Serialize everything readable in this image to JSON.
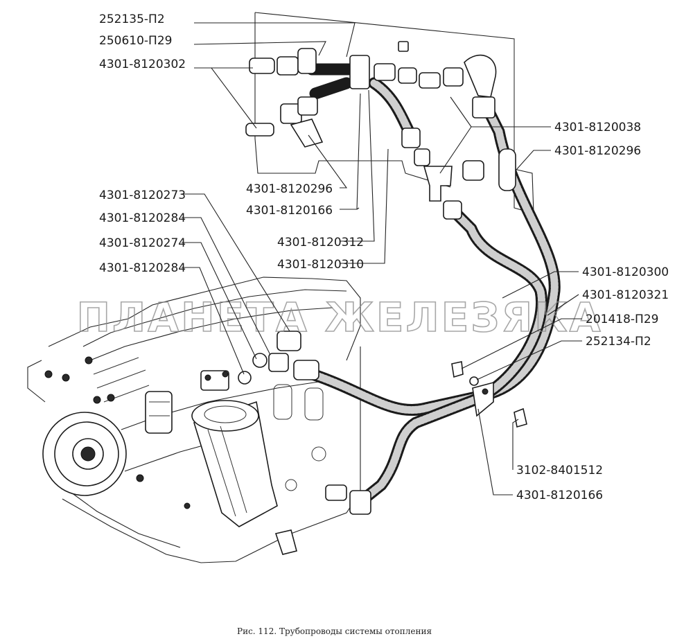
{
  "labels": {
    "l252135": "252135-П2",
    "l250610": "250610-П29",
    "l302": "4301-8120302",
    "l296a": "4301-8120296",
    "l166a": "4301-8120166",
    "l312": "4301-8120312",
    "l310": "4301-8120310",
    "l273": "4301-8120273",
    "l284a": "4301-8120284",
    "l274": "4301-8120274",
    "l284b": "4301-8120284",
    "l038": "4301-8120038",
    "l296b": "4301-8120296",
    "l300": "4301-8120300",
    "l321": "4301-8120321",
    "l201418": "201418-П29",
    "l252134": "252134-П2",
    "l3102": "3102-8401512",
    "l166b": "4301-8120166"
  },
  "watermark": "ПЛАНЕТА ЖЕЛЕЗЯКА",
  "caption": "Рис. 112.  Трубопроводы системы отопления"
}
